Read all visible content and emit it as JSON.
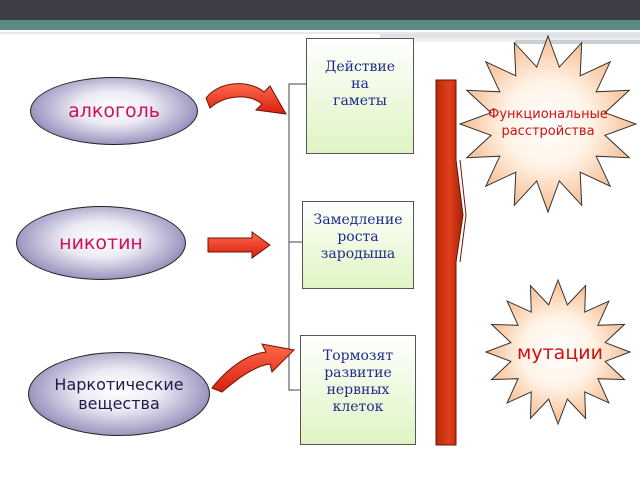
{
  "sources": {
    "alcohol": "алкоголь",
    "nicotine": "никотин",
    "drugs": "Наркотические\nвещества"
  },
  "effects": {
    "gametes": "Действие\nна\nгаметы",
    "embryo": "Замедление\nроста\nзародыша",
    "nerve": "Тормозят\nразвитие\nнервных\nклеток"
  },
  "outcomes": {
    "functional": "Функциональные\nрасстройства",
    "mutations": "мутации"
  },
  "colors": {
    "source_text": "#d0105a",
    "box_text": "#1f2a8c",
    "arrow_fill": "#ee3322",
    "star_text": "#d01010"
  }
}
